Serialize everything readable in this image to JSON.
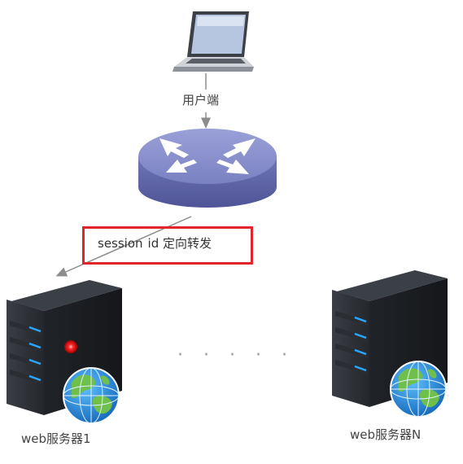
{
  "nodes": {
    "client": {
      "label": "用户端"
    },
    "router": {
      "label": ""
    },
    "server_first": {
      "label": "web服务器1"
    },
    "server_last": {
      "label": "web服务器N"
    }
  },
  "edges": {
    "client_to_router": {
      "label": ""
    },
    "router_to_server": {
      "session_word": "session",
      "id_word": "id",
      "action": "定向转发"
    }
  },
  "ellipsis": "· · · · ·",
  "colors": {
    "highlight_box": "#e0262b",
    "router_body": "#7f86c4",
    "server_body": "#2e3137",
    "server_light": "#2aa6ff",
    "alarm_light": "#e8151b",
    "globe_water": "#1f8fe0",
    "globe_land": "#6fc04a"
  }
}
